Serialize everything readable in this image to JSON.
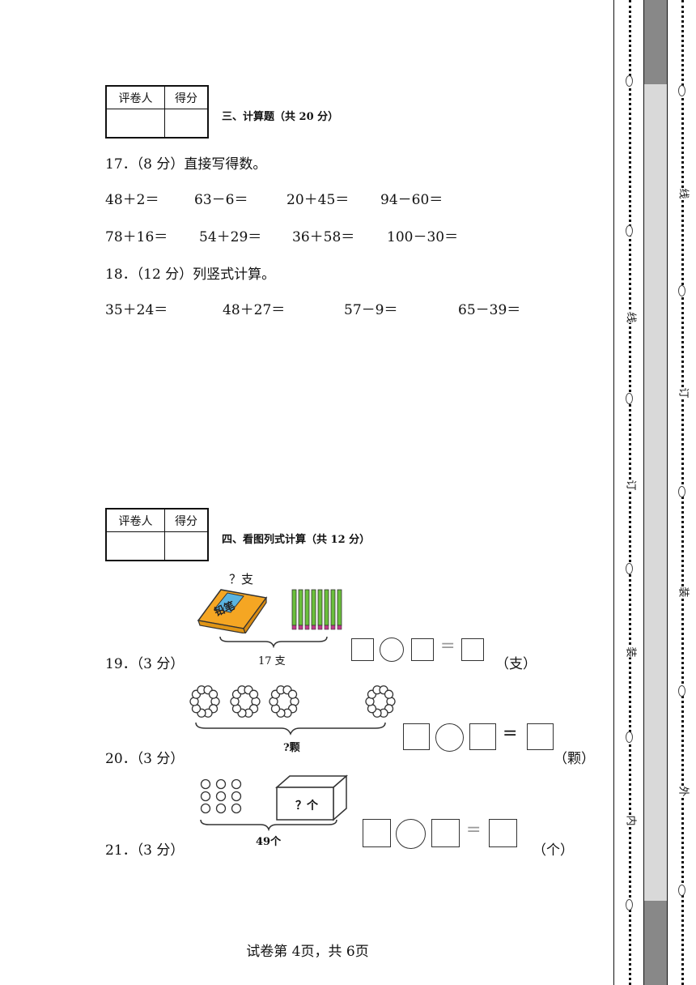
{
  "scorebox": {
    "reviewer": "评卷人",
    "score": "得分"
  },
  "section3": {
    "title": "三、计算题（共 20 分）",
    "q17": {
      "label": "17．（8 分）直接写得数。",
      "row1": [
        "48＋2＝",
        "63－6＝",
        "20＋45＝",
        "94－60＝"
      ],
      "row2": [
        "78＋16＝",
        "54＋29＝",
        "36＋58＝",
        "100－30＝"
      ]
    },
    "q18": {
      "label": "18．（12 分）列竖式计算。",
      "row": [
        "35＋24＝",
        "48＋27＝",
        "57－9＝",
        "65－39＝"
      ]
    }
  },
  "section4": {
    "title": "四、看图列式计算（共 12 分）",
    "q19": {
      "label": "19．（3 分）",
      "unknown": "？支",
      "box_text": "铅笔",
      "total": "17 支",
      "unit": "（支）",
      "sticks": 8
    },
    "q20": {
      "label": "20．（3 分）",
      "total": "?颗",
      "unit": "（颗）"
    },
    "q21": {
      "label": "21．（3 分）",
      "box_text": "？个",
      "total": "49个",
      "unit": "（个）"
    }
  },
  "equals_sign": "=",
  "footer": "试卷第 4页，共 6页",
  "binding_margin": {
    "inner": [
      "线",
      "订",
      "装",
      "内"
    ],
    "outer": [
      "线",
      "订",
      "装",
      "外"
    ]
  },
  "colors": {
    "pencil_box": "#f5a623",
    "pencil_stripe": "#5ab4e0",
    "stick_green": "#6abf3b",
    "stick_tip": "#c03a8c",
    "margin_gray": "#d9d9d9",
    "margin_dark": "#888888"
  }
}
